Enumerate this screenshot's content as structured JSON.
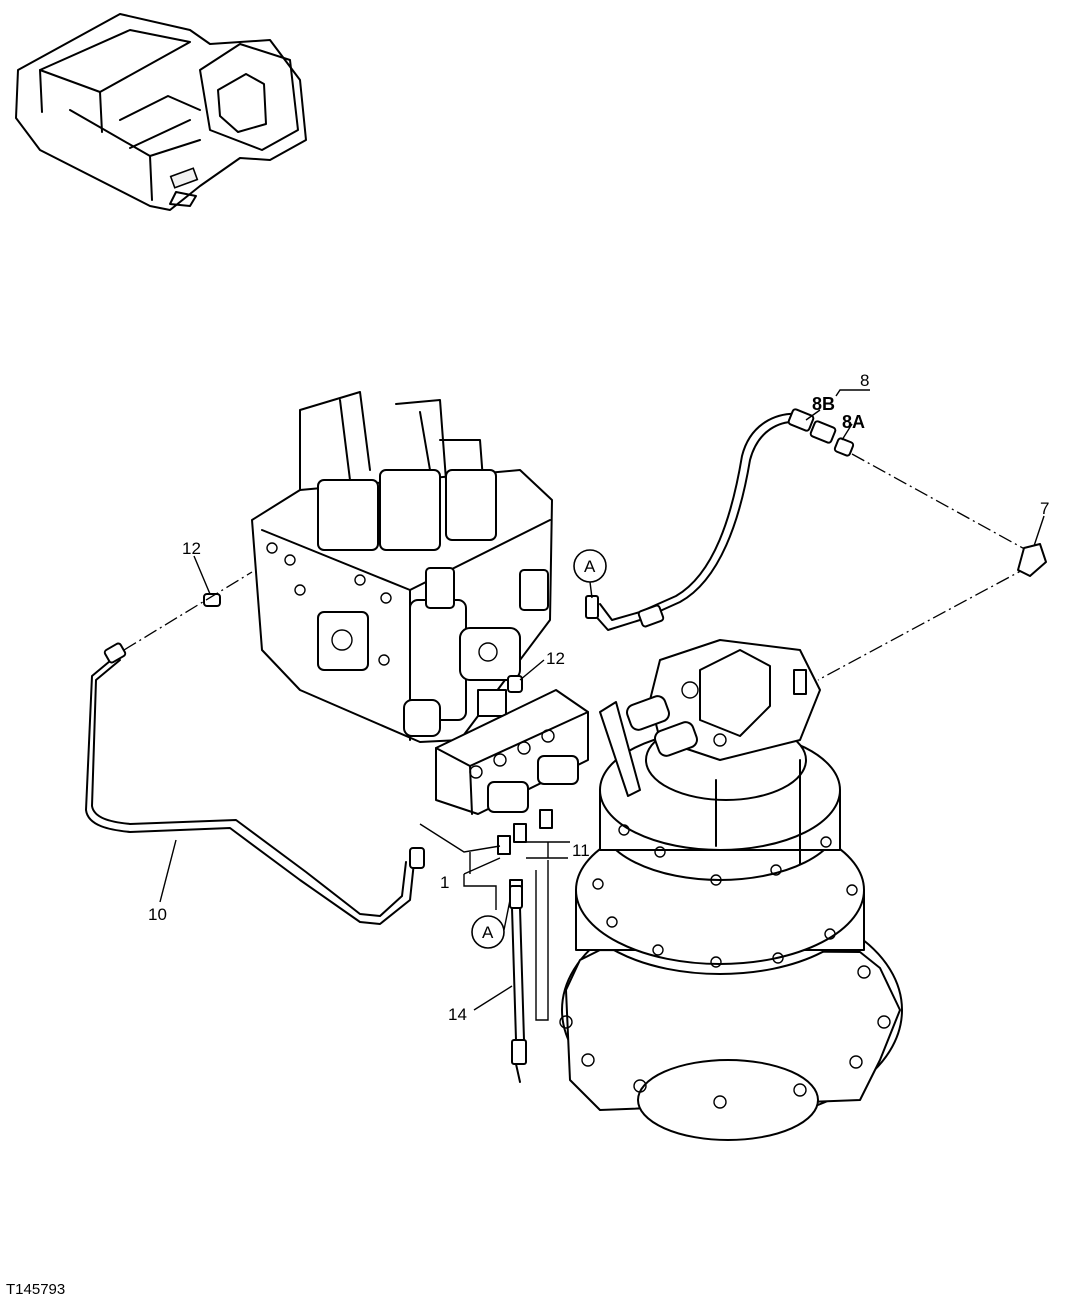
{
  "figure_id": "T145793",
  "callouts": {
    "c1": "1",
    "c7": "7",
    "c8": "8",
    "c8a": "8A",
    "c8b": "8B",
    "c10": "10",
    "c11": "11",
    "c12a": "12",
    "c12b": "12",
    "c14": "14",
    "refA1": "A",
    "refA2": "A"
  }
}
